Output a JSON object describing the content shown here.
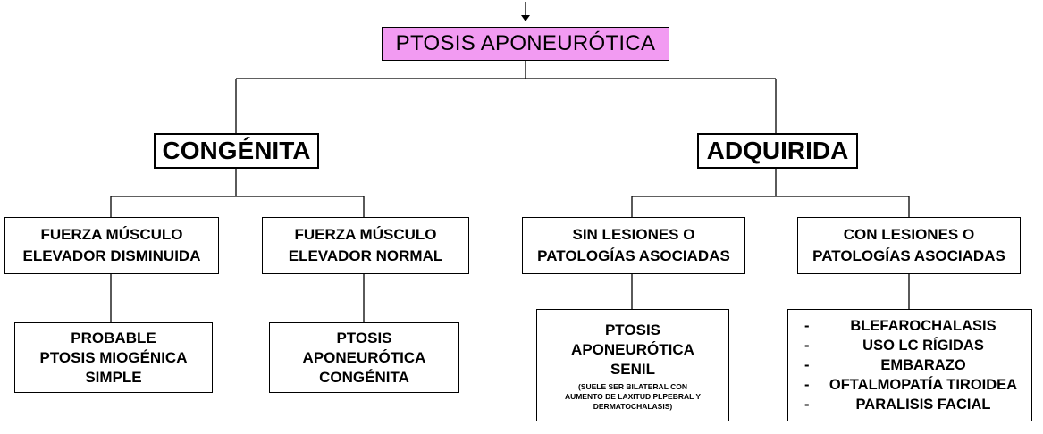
{
  "root": {
    "label": "PTOSIS APONEURÓTICA"
  },
  "congenita": {
    "label": "CONGÉNITA",
    "branches": [
      {
        "label": [
          "FUERZA MÚSCULO",
          "ELEVADOR DISMINUIDA"
        ],
        "result": [
          "PROBABLE",
          "PTOSIS MIOGÉNICA",
          "SIMPLE"
        ]
      },
      {
        "label": [
          "FUERZA MÚSCULO",
          "ELEVADOR NORMAL"
        ],
        "result": [
          "PTOSIS",
          "APONEURÓTICA",
          "CONGÉNITA"
        ]
      }
    ]
  },
  "adquirida": {
    "label": "ADQUIRIDA",
    "branches": [
      {
        "label": [
          "SIN LESIONES O",
          "PATOLOGÍAS ASOCIADAS"
        ],
        "result": [
          "PTOSIS",
          "APONEURÓTICA",
          "SENIL"
        ],
        "note": [
          "(SUELE SER BILATERAL CON",
          "AUMENTO DE LAXITUD PLPEBRAL Y",
          "DERMATOCHALASIS)"
        ]
      },
      {
        "label": [
          "CON LESIONES O",
          "PATOLOGÍAS ASOCIADAS"
        ],
        "items": [
          "BLEFAROCHALASIS",
          "USO LC RÍGIDAS",
          "EMBARAZO",
          "OFTALMOPATÍA TIROIDEA",
          "PARALISIS FACIAL"
        ]
      }
    ]
  }
}
